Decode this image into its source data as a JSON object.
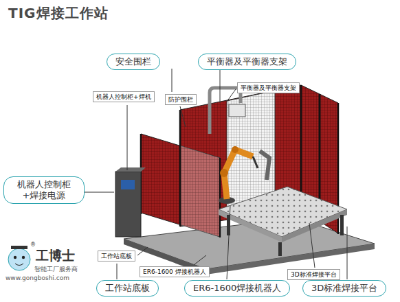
{
  "diagram": {
    "title": "TIG焊接工作站",
    "nodes": [
      {
        "text": [
          "安全围栏"
        ]
      },
      {
        "text": [
          "平衡器及平衡器支架"
        ]
      },
      {
        "text": [
          "机器人控制柜+焊机"
        ]
      },
      {
        "text": [
          "防护围栏"
        ]
      },
      {
        "text": [
          "平衡器及平衡器支架"
        ]
      },
      {
        "text": [
          "机器人控制柜+焊接电源"
        ]
      },
      {
        "text": [
          "工作站底板"
        ]
      },
      {
        "text": [
          "ER6-1600 焊接机器人"
        ]
      },
      {
        "text": [
          "3D标准焊接平台"
        ]
      },
      {
        "text": [
          "工作站底板"
        ]
      },
      {
        "text": [
          "ER6-1600焊接机器人"
        ]
      },
      {
        "text": [
          "3D标准焊接平台"
        ]
      }
    ],
    "labels": [
      "工博士",
      "®",
      "智能工厂服务商",
      "www.gongboshi.com"
    ]
  }
}
